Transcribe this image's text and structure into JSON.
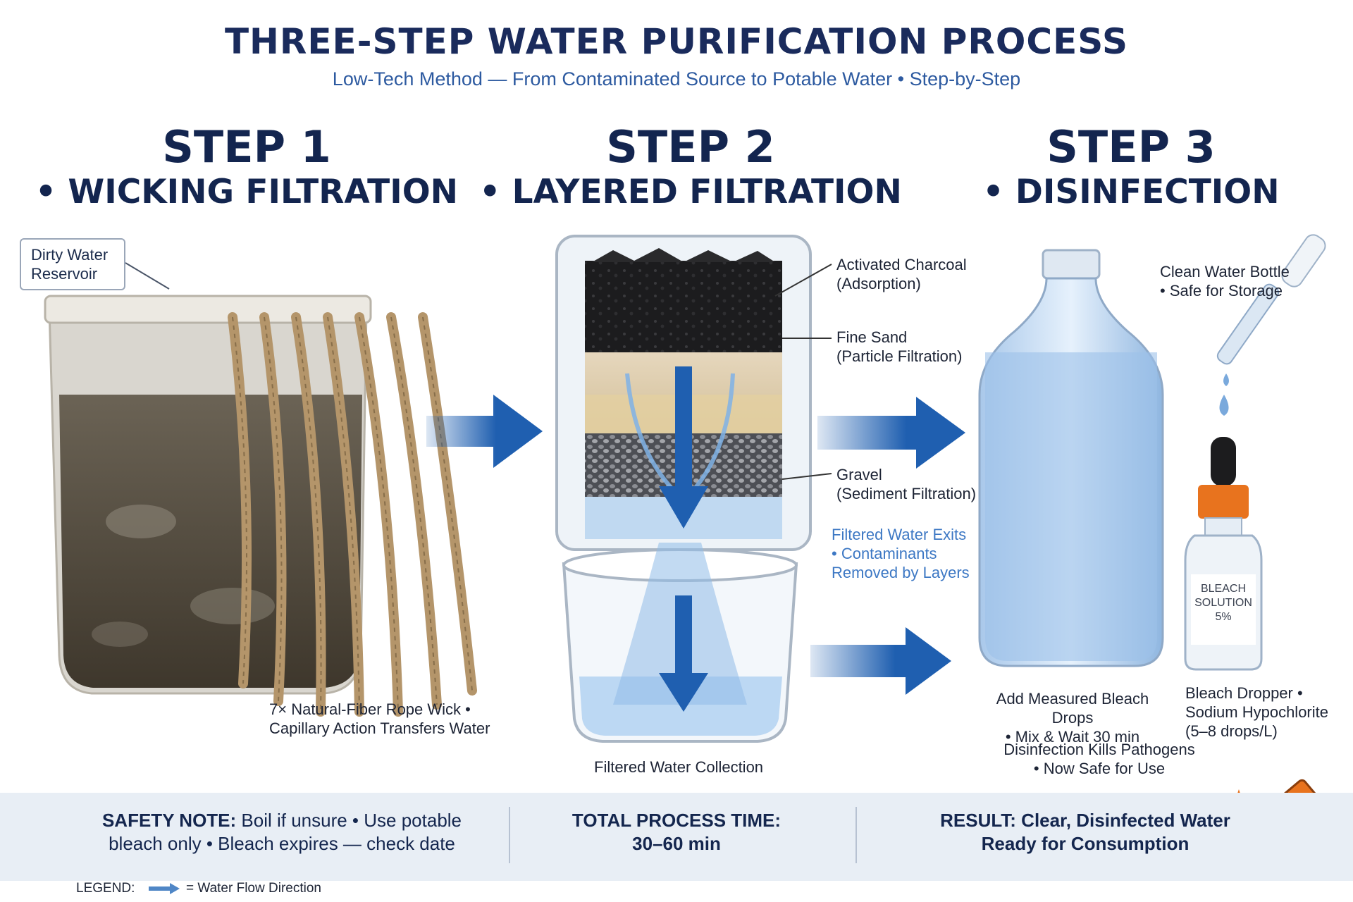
{
  "title": "THREE-STEP WATER PURIFICATION PROCESS",
  "subtitle": "Low-Tech Method — From Contaminated Source to Potable Water • Step-by-Step",
  "steps": [
    {
      "number": "STEP 1",
      "name": "• WICKING FILTRATION"
    },
    {
      "number": "STEP 2",
      "name": "• LAYERED FILTRATION"
    },
    {
      "number": "STEP 3",
      "name": "• DISINFECTION"
    }
  ],
  "step1": {
    "reservoir_line1": "Dirty Water",
    "reservoir_line2": "Reservoir",
    "wick_line1": "7× Natural-Fiber Rope Wick •",
    "wick_line2": "Capillary Action Transfers Water"
  },
  "step2": {
    "charcoal_line1": "Activated Charcoal",
    "charcoal_line2": "(Adsorption)",
    "sand_line1": "Fine Sand",
    "sand_line2": "(Particle Filtration)",
    "gravel_line1": "Gravel",
    "gravel_line2": "(Sediment Filtration)",
    "exit_line1": "Filtered Water Exits",
    "exit_line2": "• Contaminants",
    "exit_line3": "Removed by Layers",
    "collection": "Filtered Water Collection"
  },
  "step3": {
    "bottle_line1": "Clean Water Bottle",
    "bottle_line2": "• Safe for Storage",
    "bleach_label_line1": "BLEACH",
    "bleach_label_line2": "SOLUTION",
    "bleach_label_line3": "5%",
    "add_line1": "Add Measured Bleach Drops",
    "add_line2": "• Mix & Wait 30 min",
    "dropper_line1": "Bleach Dropper •",
    "dropper_line2": "Sodium Hypochlorite",
    "dropper_line3": "(5–8 drops/L)",
    "kills_line1": "Disinfection Kills Pathogens",
    "kills_line2": "• Now Safe for Use"
  },
  "bottom": {
    "safety_label": "SAFETY NOTE:",
    "safety_text1": "Boil if unsure • Use potable",
    "safety_text2": "bleach only • Bleach expires — check date",
    "time_label": "TOTAL PROCESS TIME:",
    "time_value": "30–60 min",
    "result_line1": "RESULT: Clear, Disinfected Water",
    "result_line2": "Ready for Consumption"
  },
  "legend": {
    "label": "LEGEND:",
    "flow": "= Water Flow Direction"
  },
  "colors": {
    "title": "#1a2b5c",
    "subtitle": "#2d5aa0",
    "arrow": "#1f5fb0",
    "bar": "#e8eef5",
    "crayon": "#e8731e"
  },
  "icons": [
    "flow-arrow-icon",
    "crayon-icon",
    "sparkle-icon"
  ]
}
